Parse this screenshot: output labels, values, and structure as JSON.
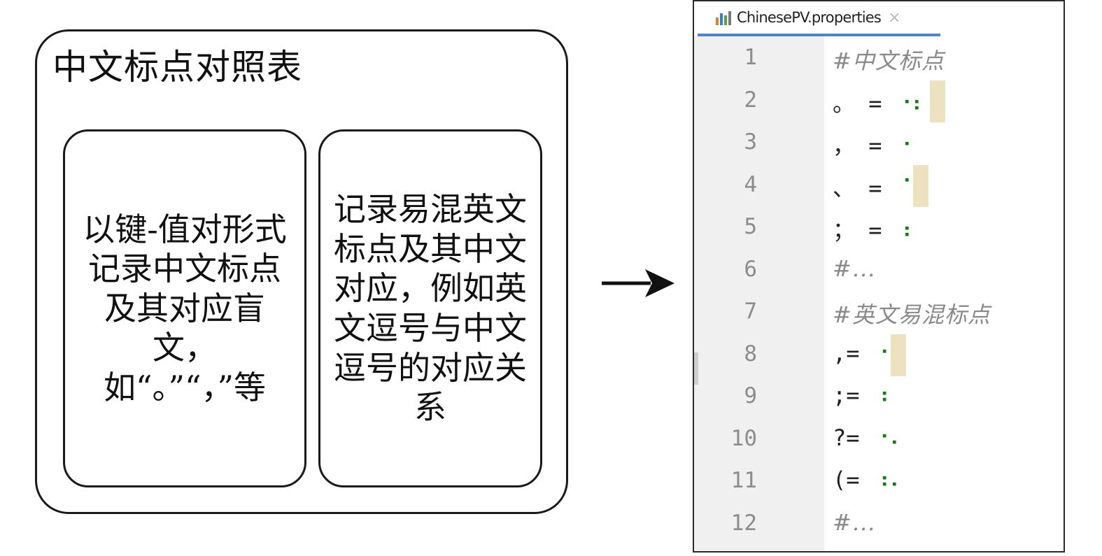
{
  "diagram": {
    "title": "中文标点对照表",
    "left_box_text": "以键-值对形式记录中文标点及其对应盲文，如“。”“，”等",
    "right_box_text": "记录易混英文标点及其中文对应，例如英文逗号与中文逗号的对应关系"
  },
  "editor": {
    "tab_label": "ChinesePV.properties",
    "close_glyph": "×",
    "lines": [
      {
        "num": "1",
        "key": "#中文标点",
        "sep": "",
        "braille": "",
        "comment": true,
        "hl": false
      },
      {
        "num": "2",
        "key": "。",
        "sep": " = ",
        "braille": "⠐⠆",
        "comment": false,
        "hl": true
      },
      {
        "num": "3",
        "key": "，",
        "sep": " = ",
        "braille": "⠐",
        "comment": false,
        "hl": false
      },
      {
        "num": "4",
        "key": "、",
        "sep": " = ",
        "braille": "⠈",
        "comment": false,
        "hl": true
      },
      {
        "num": "5",
        "key": "；",
        "sep": " = ",
        "braille": "⠰",
        "comment": false,
        "hl": false
      },
      {
        "num": "6",
        "key": "#...",
        "sep": "",
        "braille": "",
        "comment": true,
        "hl": false
      },
      {
        "num": "7",
        "key": "#英文易混标点",
        "sep": "",
        "braille": "",
        "comment": true,
        "hl": false
      },
      {
        "num": "8",
        "key": ",",
        "sep": "= ",
        "braille": "⠐",
        "comment": false,
        "hl": true
      },
      {
        "num": "9",
        "key": ";",
        "sep": "= ",
        "braille": "⠰",
        "comment": false,
        "hl": false
      },
      {
        "num": "10",
        "key": "?",
        "sep": "= ",
        "braille": "⠐⠄",
        "comment": false,
        "hl": false
      },
      {
        "num": "11",
        "key": "(",
        "sep": "= ",
        "braille": "⠰⠄",
        "comment": false,
        "hl": false
      },
      {
        "num": "12",
        "key": "#...",
        "sep": "",
        "braille": "",
        "comment": true,
        "hl": false
      }
    ]
  },
  "colors": {
    "tab_underline": "#4a86c8",
    "gutter_bg": "#f0f0f0",
    "comment": "#8a8a8a",
    "braille": "#167a16",
    "highlight": "#ede2bf"
  }
}
